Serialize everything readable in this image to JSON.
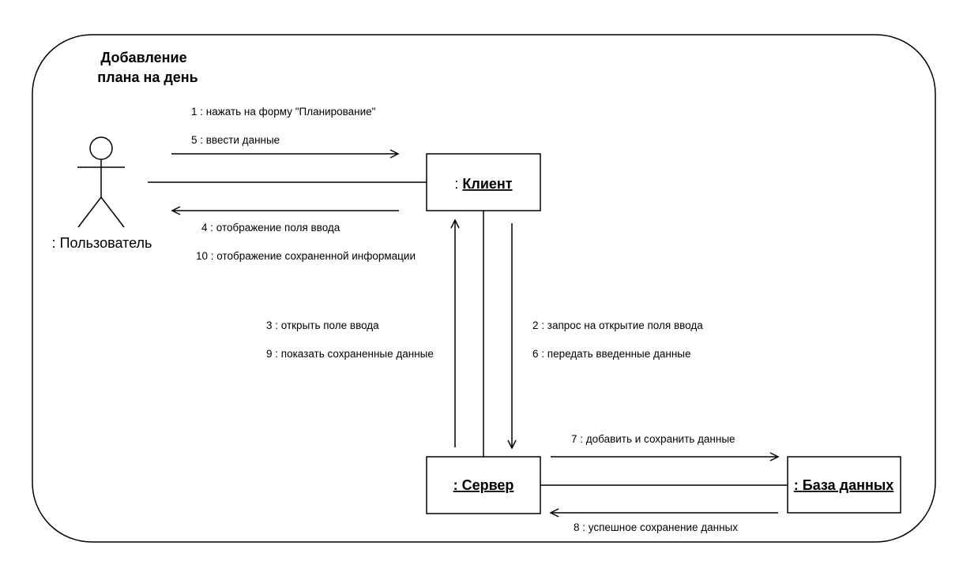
{
  "diagram": {
    "title_line1": "Добавление",
    "title_line2": "плана на день",
    "actor": {
      "label": ": Пользователь",
      "icon": "stick-figure-icon"
    },
    "objects": {
      "client": {
        "prefix": ": ",
        "name": "Клиент"
      },
      "server": {
        "prefix": ": ",
        "name": "Сервер"
      },
      "database": {
        "prefix": ": ",
        "name": "База данных"
      }
    },
    "messages": {
      "m1": "1 : нажать на форму \"Планирование\"",
      "m5": "5 : ввести данные",
      "m4": "4 : отображение поля ввода",
      "m10": "10 : отображение сохраненной информации",
      "m3": "3 : открыть поле ввода",
      "m9": "9 : показать сохраненные данные",
      "m2": "2 : запрос на открытие поля ввода",
      "m6": "6 : передать введенные данные",
      "m7": "7 : добавить и сохранить данные",
      "m8": "8 : успешное сохранение данных"
    }
  }
}
